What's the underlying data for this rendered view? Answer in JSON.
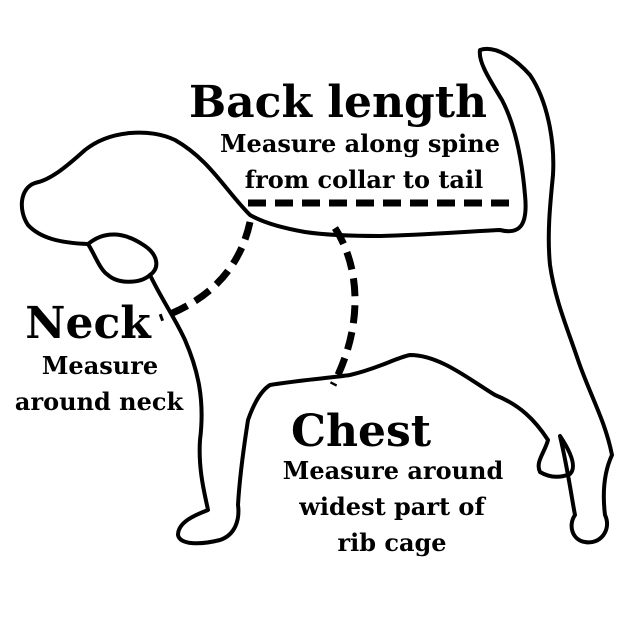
{
  "back": {
    "title": "Back length",
    "line1": "Measure along spine",
    "line2": "from collar to tail"
  },
  "neck": {
    "title": "Neck",
    "line1": "Measure",
    "line2": "around neck"
  },
  "chest": {
    "title": "Chest",
    "line1": "Measure around",
    "line2": "widest part of",
    "line3": "rib cage"
  }
}
